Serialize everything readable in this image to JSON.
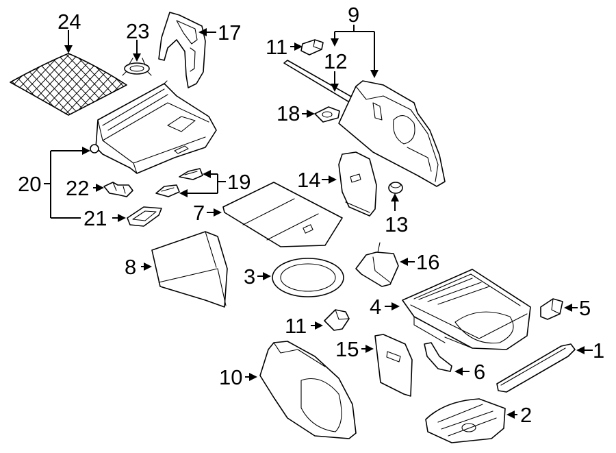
{
  "callouts": {
    "c1": "1",
    "c2": "2",
    "c3": "3",
    "c4": "4",
    "c5": "5",
    "c6": "6",
    "c7": "7",
    "c8": "8",
    "c9": "9",
    "c10": "10",
    "c11a": "11",
    "c11b": "11",
    "c12": "12",
    "c13": "13",
    "c14": "14",
    "c15": "15",
    "c16": "16",
    "c17": "17",
    "c18": "18",
    "c19": "19",
    "c20": "20",
    "c21": "21",
    "c22": "22",
    "c23": "23",
    "c24": "24"
  }
}
